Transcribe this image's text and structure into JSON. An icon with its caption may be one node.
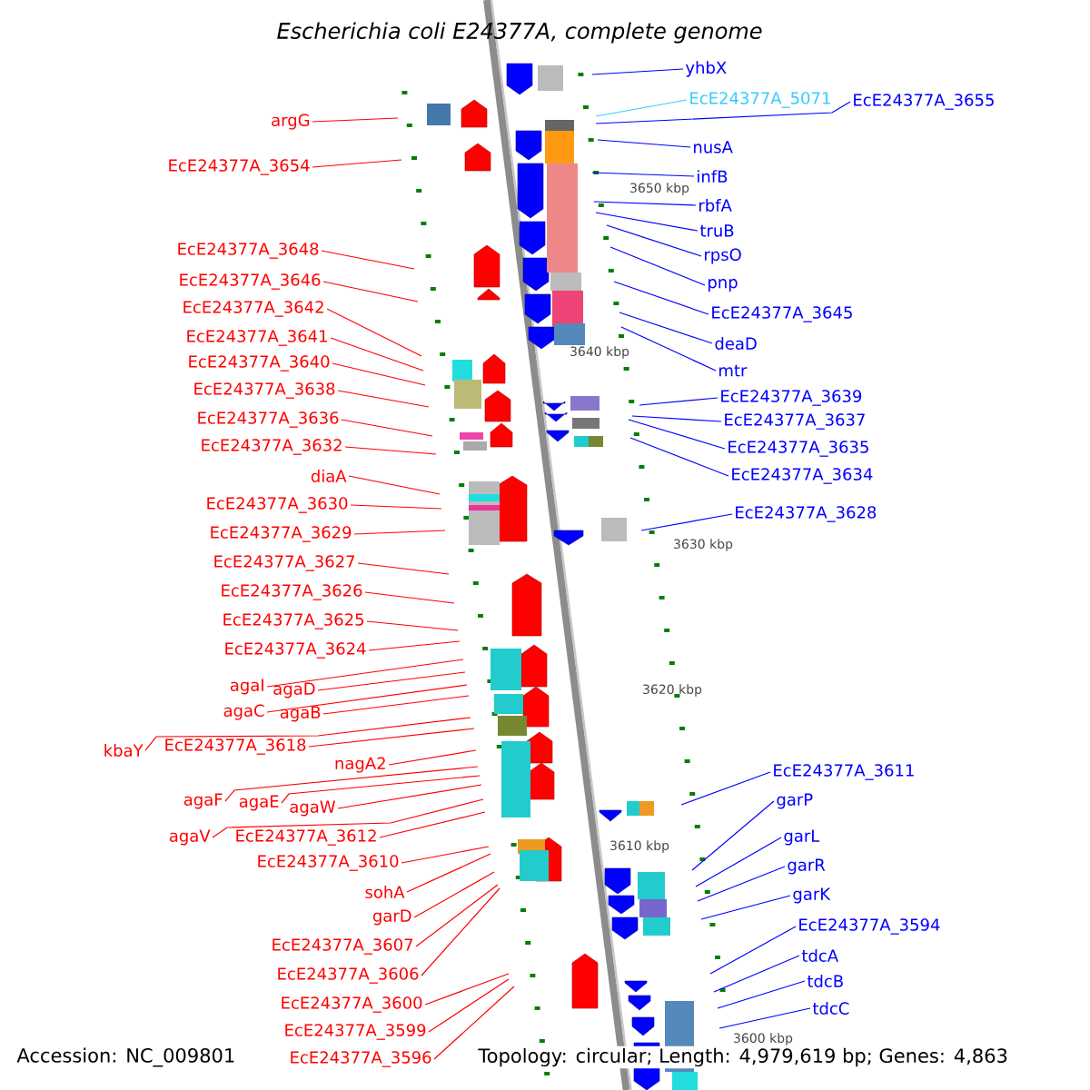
{
  "diagram": {
    "title": "Escherichia coli E24377A, complete genome",
    "nodes": [
      {
        "text": [
          "argG"
        ]
      },
      {
        "text": [
          "EcE24377A_3654"
        ]
      },
      {
        "text": [
          "EcE24377A_3648"
        ]
      },
      {
        "text": [
          "EcE24377A_3646"
        ]
      },
      {
        "text": [
          "EcE24377A_3642"
        ]
      },
      {
        "text": [
          "EcE24377A_3641"
        ]
      },
      {
        "text": [
          "EcE24377A_3640"
        ]
      },
      {
        "text": [
          "EcE24377A_3638"
        ]
      },
      {
        "text": [
          "EcE24377A_3636"
        ]
      },
      {
        "text": [
          "EcE24377A_3632"
        ]
      },
      {
        "text": [
          "diaA"
        ]
      },
      {
        "text": [
          "EcE24377A_3630"
        ]
      },
      {
        "text": [
          "EcE24377A_3629"
        ]
      },
      {
        "text": [
          "EcE24377A_3627"
        ]
      },
      {
        "text": [
          "EcE24377A_3626"
        ]
      },
      {
        "text": [
          "EcE24377A_3625"
        ]
      },
      {
        "text": [
          "EcE24377A_3624"
        ]
      },
      {
        "text": [
          "agaI"
        ]
      },
      {
        "text": [
          "agaD"
        ]
      },
      {
        "text": [
          "agaC"
        ]
      },
      {
        "text": [
          "agaB"
        ]
      },
      {
        "text": [
          "kbaY"
        ]
      },
      {
        "text": [
          "EcE24377A_3618"
        ]
      },
      {
        "text": [
          "nagA2"
        ]
      },
      {
        "text": [
          "agaF"
        ]
      },
      {
        "text": [
          "agaE"
        ]
      },
      {
        "text": [
          "agaW"
        ]
      },
      {
        "text": [
          "agaV"
        ]
      },
      {
        "text": [
          "EcE24377A_3612"
        ]
      },
      {
        "text": [
          "EcE24377A_3610"
        ]
      },
      {
        "text": [
          "sohA"
        ]
      },
      {
        "text": [
          "garD"
        ]
      },
      {
        "text": [
          "EcE24377A_3607"
        ]
      },
      {
        "text": [
          "EcE24377A_3606"
        ]
      },
      {
        "text": [
          "EcE24377A_3600"
        ]
      },
      {
        "text": [
          "EcE24377A_3599"
        ]
      },
      {
        "text": [
          "EcE24377A_3596"
        ]
      },
      {
        "text": [
          "yhbX"
        ]
      },
      {
        "text": [
          "EcE24377A_5071"
        ]
      },
      {
        "text": [
          "EcE24377A_3655"
        ]
      },
      {
        "text": [
          "nusA"
        ]
      },
      {
        "text": [
          "infB"
        ]
      },
      {
        "text": [
          "rbfA"
        ]
      },
      {
        "text": [
          "truB"
        ]
      },
      {
        "text": [
          "rpsO"
        ]
      },
      {
        "text": [
          "pnp"
        ]
      },
      {
        "text": [
          "EcE24377A_3645"
        ]
      },
      {
        "text": [
          "deaD"
        ]
      },
      {
        "text": [
          "mtr"
        ]
      },
      {
        "text": [
          "EcE24377A_3639"
        ]
      },
      {
        "text": [
          "EcE24377A_3637"
        ]
      },
      {
        "text": [
          "EcE24377A_3635"
        ]
      },
      {
        "text": [
          "EcE24377A_3634"
        ]
      },
      {
        "text": [
          "EcE24377A_3628"
        ]
      },
      {
        "text": [
          "EcE24377A_3611"
        ]
      },
      {
        "text": [
          "garP"
        ]
      },
      {
        "text": [
          "garL"
        ]
      },
      {
        "text": [
          "garR"
        ]
      },
      {
        "text": [
          "garK"
        ]
      },
      {
        "text": [
          "EcE24377A_3594"
        ]
      },
      {
        "text": [
          "tdcA"
        ]
      },
      {
        "text": [
          "tdcB"
        ]
      },
      {
        "text": [
          "tdcC"
        ]
      }
    ],
    "edges": [
      {
        "from": 0,
        "to": null,
        "arrow": "none"
      },
      {
        "from": 1,
        "to": null,
        "arrow": "none"
      },
      {
        "from": 2,
        "to": null,
        "arrow": "none"
      },
      {
        "from": 3,
        "to": null,
        "arrow": "none"
      },
      {
        "from": 4,
        "to": null,
        "arrow": "none"
      },
      {
        "from": 5,
        "to": null,
        "arrow": "none"
      },
      {
        "from": 6,
        "to": null,
        "arrow": "none"
      },
      {
        "from": 7,
        "to": null,
        "arrow": "none"
      },
      {
        "from": 8,
        "to": null,
        "arrow": "none"
      },
      {
        "from": 9,
        "to": null,
        "arrow": "none"
      },
      {
        "from": 10,
        "to": null,
        "arrow": "none"
      },
      {
        "from": 11,
        "to": null,
        "arrow": "none"
      },
      {
        "from": 12,
        "to": null,
        "arrow": "none"
      },
      {
        "from": 13,
        "to": null,
        "arrow": "none"
      },
      {
        "from": 14,
        "to": null,
        "arrow": "none"
      },
      {
        "from": 15,
        "to": null,
        "arrow": "none"
      },
      {
        "from": 16,
        "to": null,
        "arrow": "none"
      },
      {
        "from": 17,
        "to": null,
        "arrow": "none"
      },
      {
        "from": 18,
        "to": null,
        "arrow": "none"
      },
      {
        "from": 19,
        "to": null,
        "arrow": "none"
      },
      {
        "from": 20,
        "to": null,
        "arrow": "none"
      },
      {
        "from": 21,
        "to": null,
        "arrow": "none"
      },
      {
        "from": 22,
        "to": null,
        "arrow": "none"
      },
      {
        "from": 23,
        "to": null,
        "arrow": "none"
      },
      {
        "from": 24,
        "to": null,
        "arrow": "none"
      },
      {
        "from": 25,
        "to": null,
        "arrow": "none"
      },
      {
        "from": 26,
        "to": null,
        "arrow": "none"
      },
      {
        "from": 27,
        "to": null,
        "arrow": "none"
      },
      {
        "from": 28,
        "to": null,
        "arrow": "none"
      },
      {
        "from": 29,
        "to": null,
        "arrow": "none"
      },
      {
        "from": 30,
        "to": null,
        "arrow": "none"
      },
      {
        "from": 31,
        "to": null,
        "arrow": "none"
      },
      {
        "from": 32,
        "to": null,
        "arrow": "none"
      },
      {
        "from": 33,
        "to": null,
        "arrow": "none"
      },
      {
        "from": 34,
        "to": null,
        "arrow": "none"
      },
      {
        "from": 35,
        "to": null,
        "arrow": "none"
      },
      {
        "from": 36,
        "to": null,
        "arrow": "none"
      },
      {
        "from": 37,
        "to": null,
        "arrow": "none",
        "color": "#0000ff"
      },
      {
        "from": 38,
        "to": null,
        "arrow": "none",
        "color": "#33ccff"
      },
      {
        "from": 39,
        "to": null,
        "arrow": "none",
        "color": "#0000ff"
      },
      {
        "from": 40,
        "to": null,
        "arrow": "none",
        "color": "#0000ff"
      },
      {
        "from": 41,
        "to": null,
        "arrow": "none",
        "color": "#0000ff"
      },
      {
        "from": 42,
        "to": null,
        "arrow": "none",
        "color": "#0000ff"
      },
      {
        "from": 43,
        "to": null,
        "arrow": "none",
        "color": "#0000ff"
      },
      {
        "from": 44,
        "to": null,
        "arrow": "none",
        "color": "#0000ff"
      },
      {
        "from": 45,
        "to": null,
        "arrow": "none",
        "color": "#0000ff"
      },
      {
        "from": 46,
        "to": null,
        "arrow": "none",
        "color": "#0000ff"
      },
      {
        "from": 47,
        "to": null,
        "arrow": "none",
        "color": "#0000ff"
      },
      {
        "from": 48,
        "to": null,
        "arrow": "none",
        "color": "#0000ff"
      },
      {
        "from": 49,
        "to": null,
        "arrow": "none",
        "color": "#0000ff"
      },
      {
        "from": 50,
        "to": null,
        "arrow": "none",
        "color": "#0000ff"
      },
      {
        "from": 51,
        "to": null,
        "arrow": "none",
        "color": "#0000ff"
      },
      {
        "from": 52,
        "to": null,
        "arrow": "none",
        "color": "#0000ff"
      },
      {
        "from": 53,
        "to": null,
        "arrow": "none",
        "color": "#0000ff"
      },
      {
        "from": 54,
        "to": null,
        "arrow": "none",
        "color": "#0000ff"
      },
      {
        "from": 55,
        "to": null,
        "arrow": "none",
        "color": "#0000ff"
      },
      {
        "from": 56,
        "to": null,
        "arrow": "none",
        "color": "#0000ff"
      },
      {
        "from": 57,
        "to": null,
        "arrow": "none",
        "color": "#0000ff"
      },
      {
        "from": 58,
        "to": null,
        "arrow": "none",
        "color": "#0000ff"
      },
      {
        "from": 59,
        "to": null,
        "arrow": "none",
        "color": "#0000ff"
      },
      {
        "from": 60,
        "to": null,
        "arrow": "none",
        "color": "#0000ff"
      },
      {
        "from": 61,
        "to": null,
        "arrow": "none",
        "color": "#0000ff"
      },
      {
        "from": 62,
        "to": null,
        "arrow": "none",
        "color": "#0000ff"
      }
    ],
    "labels": [
      "3650 kbp",
      "3640 kbp",
      "3630 kbp",
      "3620 kbp",
      "3610 kbp",
      "3600 kbp",
      "Accession: NC_009801",
      "Topology: circular; Length: 4,979,619 bp; Genes: 4,863"
    ]
  }
}
